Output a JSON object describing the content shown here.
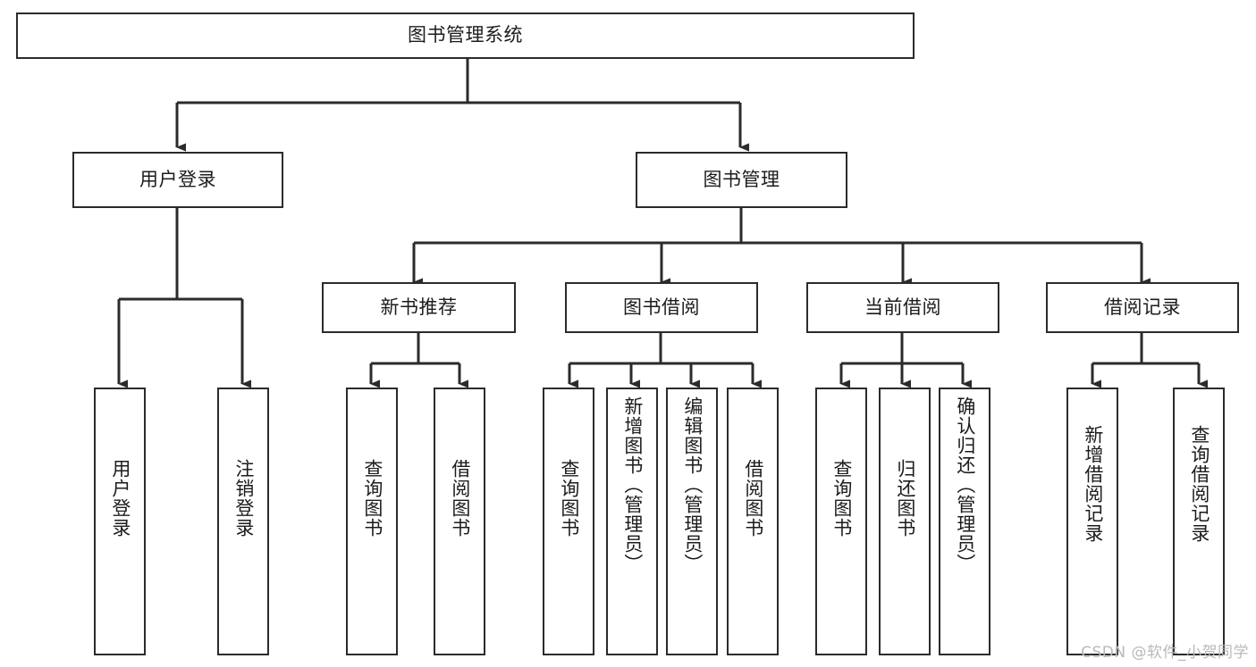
{
  "diagram": {
    "type": "tree-hierarchy-diagram",
    "title": "图书管理系统",
    "watermark": "CSDN @软件_小贺同学",
    "colors": {
      "stroke": "#2b2b2b",
      "fill": "#ffffff",
      "text": "#1c1c1c",
      "watermark": "#b9b9b9"
    },
    "levels": {
      "root": "图书管理系统",
      "level1": [
        "用户登录",
        "图书管理"
      ],
      "level2": [
        "新书推荐",
        "图书借阅",
        "当前借阅",
        "借阅记录"
      ]
    },
    "nodes": {
      "root": {
        "label": "图书管理系统"
      },
      "l1": [
        {
          "label": "用户登录"
        },
        {
          "label": "图书管理"
        }
      ],
      "l2": [
        {
          "label": "新书推荐"
        },
        {
          "label": "图书借阅"
        },
        {
          "label": "当前借阅"
        },
        {
          "label": "借阅记录"
        }
      ],
      "leaves_user_login": [
        {
          "label": "用户登录"
        },
        {
          "label": "注销登录"
        }
      ],
      "leaves_new_book": [
        {
          "label": "查询图书"
        },
        {
          "label": "借阅图书"
        }
      ],
      "leaves_borrow": [
        {
          "label": "查询图书"
        },
        {
          "label": "新增图书（管理员）"
        },
        {
          "label": "编辑图书（管理员）"
        },
        {
          "label": "借阅图书"
        }
      ],
      "leaves_current": [
        {
          "label": "查询图书"
        },
        {
          "label": "归还图书"
        },
        {
          "label": "确认归还（管理员）"
        }
      ],
      "leaves_records": [
        {
          "label": "新增借阅记录"
        },
        {
          "label": "查询借阅记录"
        }
      ]
    }
  }
}
